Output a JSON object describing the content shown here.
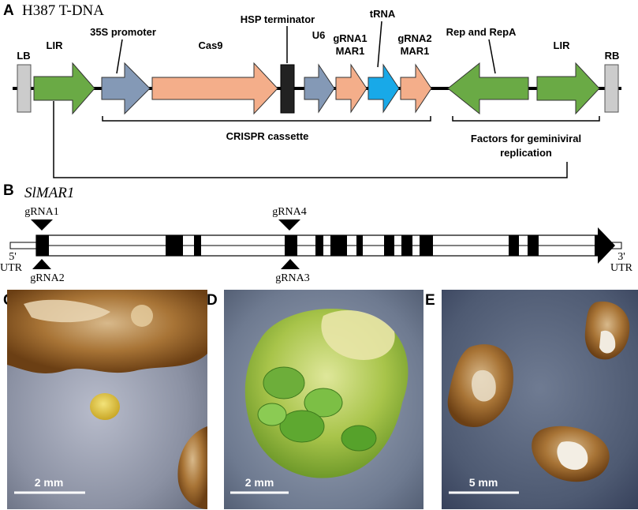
{
  "panel_a": {
    "letter": "A",
    "title": "H387 T-DNA",
    "labels": {
      "lb": "LB",
      "rb": "RB",
      "lir_left": "LIR",
      "lir_right": "LIR",
      "promoter_35s": "35S promoter",
      "cas9": "Cas9",
      "hsp_terminator": "HSP terminator",
      "u6": "U6",
      "grna1_mar1": [
        "gRNA1",
        "MAR1"
      ],
      "trna": "tRNA",
      "grna2_mar1": [
        "gRNA2",
        "MAR1"
      ],
      "rep_repa": "Rep and RepA",
      "crispr_cassette": "CRISPR cassette",
      "geminiviral": [
        "Factors for geminiviral",
        "replication"
      ]
    },
    "colors": {
      "lir_green": "#6aaa45",
      "promoter_blue": "#8499b6",
      "cas9_salmon": "#f4ae8a",
      "terminator_black": "#222222",
      "trna_cyan": "#18a9e8",
      "border_gray": "#cccccc"
    }
  },
  "panel_b": {
    "letter": "B",
    "gene": "SlMAR1",
    "grna_top": [
      "gRNA1",
      "gRNA4"
    ],
    "grna_bottom": [
      "gRNA2",
      "gRNA3"
    ],
    "utr5": [
      "5'",
      "UTR"
    ],
    "utr3": [
      "3'",
      "UTR"
    ],
    "exon_color": "#000000"
  },
  "panel_c": {
    "letter": "C",
    "scale": "2 mm"
  },
  "panel_d": {
    "letter": "D",
    "scale": "2 mm"
  },
  "panel_e": {
    "letter": "E",
    "scale": "5 mm"
  }
}
